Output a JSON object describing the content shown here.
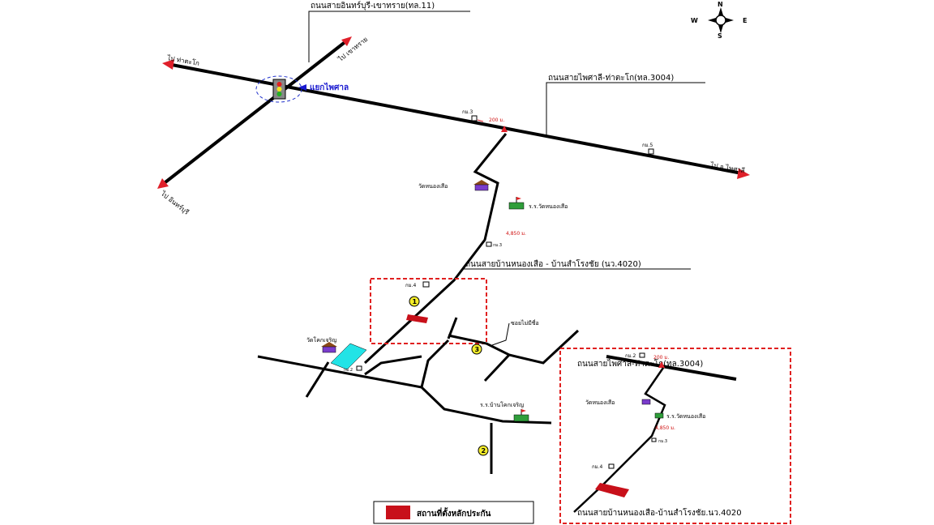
{
  "compass": {
    "north": "N",
    "south": "S",
    "east": "E",
    "west": "W"
  },
  "roads": {
    "route11": "ถนนสายอินทร์บุรี-เขาทราย(ทล.11)",
    "route3004": "ถนนสายไพศาลี-ท่าตะโก(ทล.3004)",
    "route4020": "ถนนสายบ้านหนองเสือ - บ้านสำโรงชัย (นว.4020)",
    "soi": "ซอยไม่มีชื่อ"
  },
  "directions": {
    "to_khaosai": "ไป เขาทราย",
    "to_tatako": "ไป ท่าตะโก",
    "to_inburi": "ไป อินทร์บุรี",
    "to_paisali": "ไป อ.ไพศาลี"
  },
  "junction": {
    "name": "แยกไพศาล"
  },
  "places": {
    "km2": "กม.2",
    "km3": "กม.3",
    "km4": "กม.4",
    "km_main": "กม.3",
    "km_lower": "กม.5",
    "wat_nongsuea": "วัดหนองเสือ",
    "school_nongsuea": "ร.ร.วัดหนองเสือ",
    "wat_khokchareon": "วัดโคกเจริญ",
    "school_khokchareon": "ร.ร.บ้านโคกเจริญ"
  },
  "distances": {
    "d200": "200 ม.",
    "d4850": "4,850 ม."
  },
  "markers": {
    "m1": "1",
    "m2": "2",
    "m3": "3"
  },
  "inset": {
    "road_top": "ถนนสายไพศาลี-ท่าตะโก(ทล.3004)",
    "road_bottom": "ถนนสายบ้านหนองเสือ-บ้านสำโรงชัย.นว.4020",
    "km2": "กม.2",
    "km3": "กม.3",
    "km4": "กม.4",
    "d200": "200 ม.",
    "d4850": "4,850 ม.",
    "wat": "วัดหนองเสือ",
    "school": "ร.ร.วัดหนองเสือ"
  },
  "legend": {
    "label": "สถานที่ตั้งหลักประกัน"
  },
  "colors": {
    "road": "#000000",
    "arrow": "#e0202a",
    "site": "#c8101a",
    "highlight_box": "#e02020",
    "junction_ring": "#2233cc",
    "junction_text": "#1a1ad0",
    "cyan_block": "#22e3e6",
    "marker_yellow": "#f5ee2a",
    "red_text": "#d01010"
  }
}
